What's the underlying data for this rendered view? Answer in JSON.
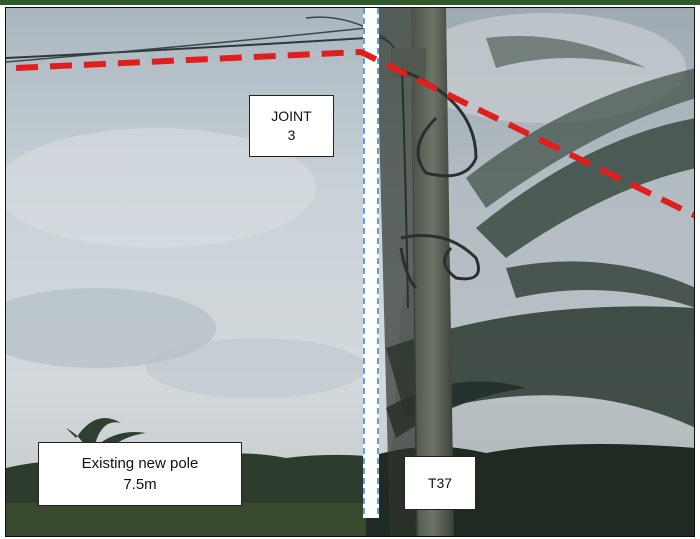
{
  "labels": {
    "joint": {
      "line1": "JOINT",
      "line2": "3"
    },
    "existing_pole": {
      "line1": "Existing new pole",
      "line2": "7.5m"
    },
    "tag": {
      "text": "T37"
    }
  },
  "colors": {
    "cable_route_line": "#e01e1e",
    "reference_line": "#2f7fd0",
    "sky": "#c7d0d6",
    "foliage": "#2a3a30",
    "header_rule": "#2f5a2a"
  }
}
